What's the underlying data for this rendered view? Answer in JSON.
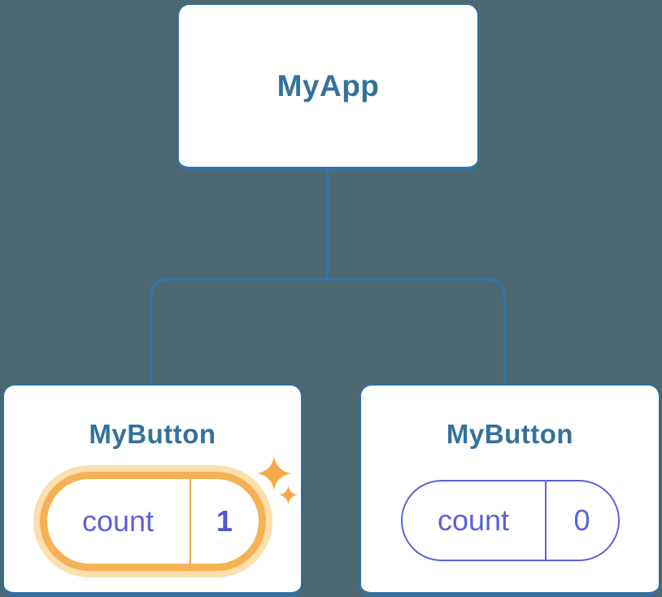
{
  "diagram": {
    "description": "React component tree with state",
    "background_color": "#4C6770",
    "connector_color": "#2E76AB",
    "card_border_color": "#2F6F9F",
    "title_color": "#34719C",
    "state_color": "#5B63D6",
    "highlight_ring_color": "#F6B155",
    "highlight_glow_color": "#FBDFAD",
    "sparkle_color": "#F5A94B"
  },
  "tree": {
    "root": {
      "label": "MyApp"
    },
    "children": [
      {
        "label": "MyButton",
        "state": {
          "key": "count",
          "value": "1",
          "highlighted": true
        }
      },
      {
        "label": "MyButton",
        "state": {
          "key": "count",
          "value": "0",
          "highlighted": false
        }
      }
    ]
  },
  "icons": [
    {
      "name": "sparkle-icon-large"
    },
    {
      "name": "sparkle-icon-small"
    }
  ]
}
